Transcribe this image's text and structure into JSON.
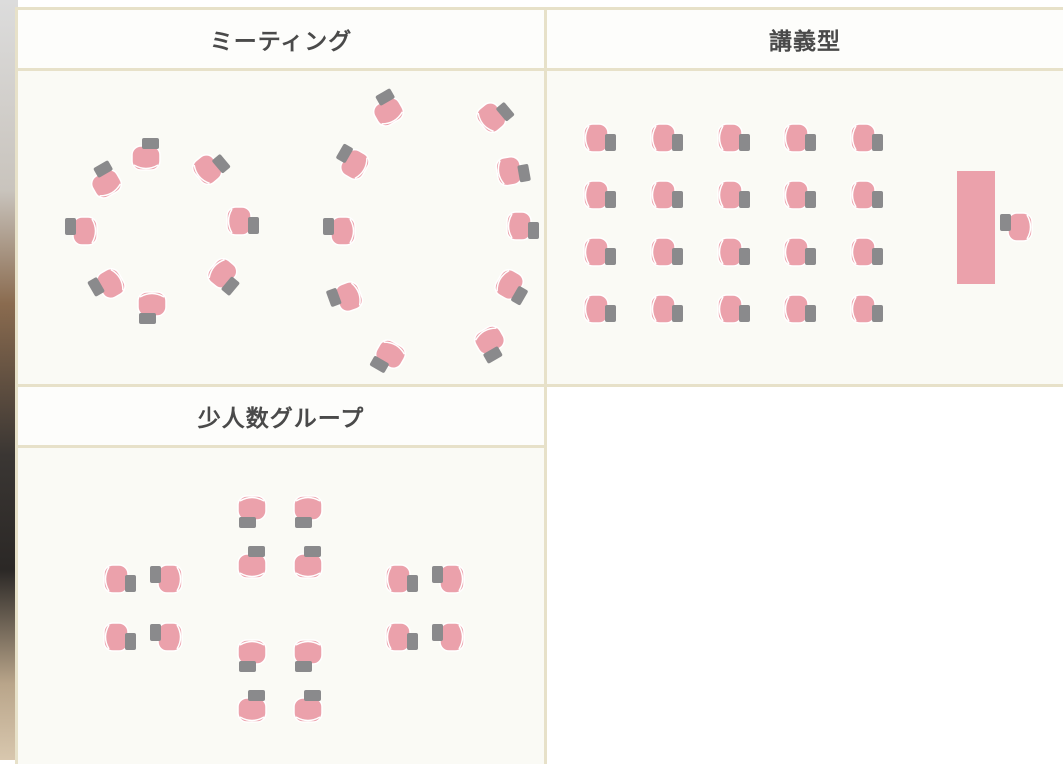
{
  "panels": {
    "meeting": {
      "title": "ミーティング"
    },
    "lecture": {
      "title": "講義型"
    },
    "group": {
      "title": "少人数グループ"
    }
  },
  "colors": {
    "chair_seat": "#eba1ab",
    "chair_outline": "#d4848f",
    "chair_back": "#8a8a8c",
    "desk": "#eba1ab",
    "border": "#e7e1c9",
    "panel_bg": "#fafaf5",
    "title_text": "#4a4a4a"
  },
  "icons": [
    "chair-icon",
    "desk-icon"
  ]
}
